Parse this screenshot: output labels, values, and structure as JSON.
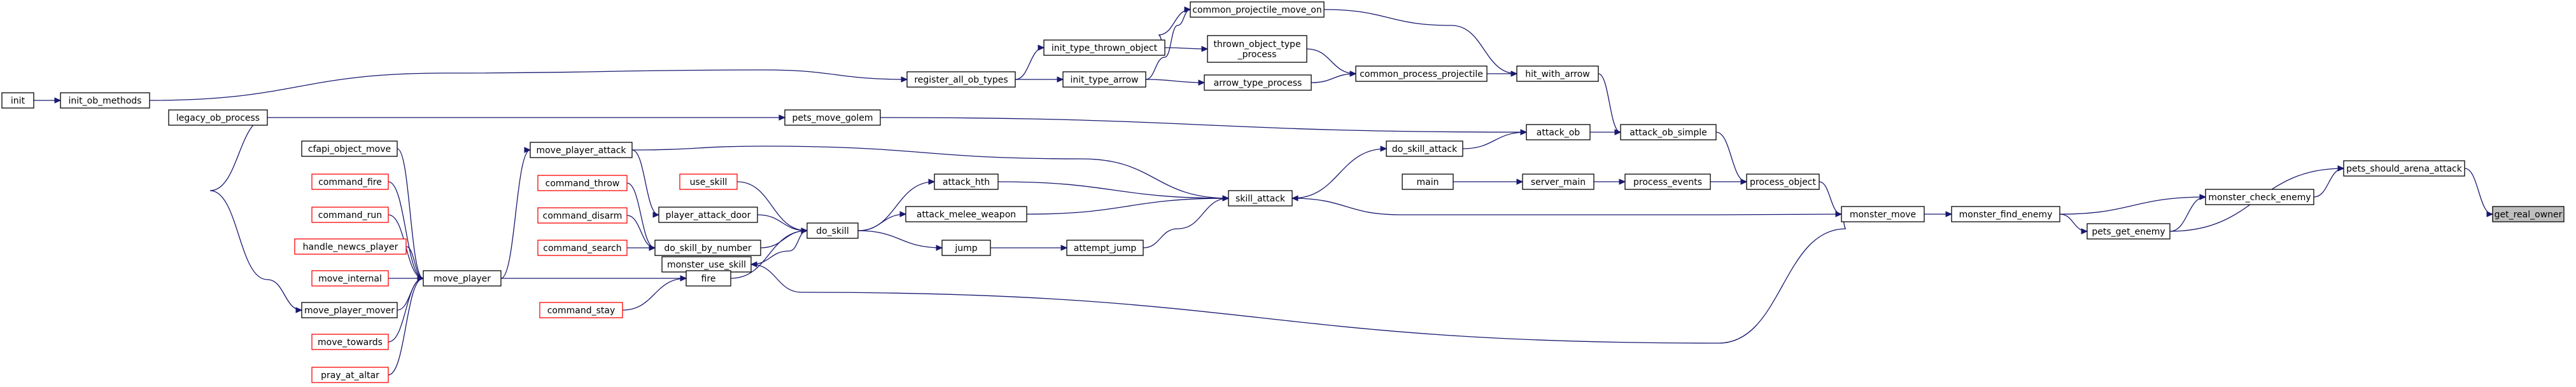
{
  "diagram": {
    "kind": "call graph",
    "colors": {
      "edge": "#191970",
      "node_border": "#000000",
      "missing_border": "#ff0000",
      "focus_fill": "#bfbfbf",
      "background": "#ffffff"
    },
    "nodes": [
      {
        "id": "get_real_owner",
        "label": "get_real_owner",
        "focus": true
      },
      {
        "id": "pets_should_arena_attack",
        "label": "pets_should_arena_attack"
      },
      {
        "id": "monster_check_enemy",
        "label": "monster_check_enemy"
      },
      {
        "id": "pets_get_enemy",
        "label": "pets_get_enemy"
      },
      {
        "id": "monster_find_enemy",
        "label": "monster_find_enemy"
      },
      {
        "id": "monster_move",
        "label": "monster_move"
      },
      {
        "id": "process_object",
        "label": "process_object"
      },
      {
        "id": "skill_attack",
        "label": "skill_attack"
      },
      {
        "id": "monster_use_skill",
        "label": "monster_use_skill"
      },
      {
        "id": "process_events",
        "label": "process_events"
      },
      {
        "id": "attack_ob_simple",
        "label": "attack_ob_simple"
      },
      {
        "id": "server_main",
        "label": "server_main"
      },
      {
        "id": "main",
        "label": "main"
      },
      {
        "id": "attack_ob",
        "label": "attack_ob"
      },
      {
        "id": "hit_with_arrow",
        "label": "hit_with_arrow"
      },
      {
        "id": "do_skill_attack",
        "label": "do_skill_attack"
      },
      {
        "id": "pets_move_golem",
        "label": "pets_move_golem"
      },
      {
        "id": "common_process_projectile",
        "label": "common_process_projectile"
      },
      {
        "id": "common_projectile_move_on",
        "label": "common_projectile_move_on"
      },
      {
        "id": "thrown_object_type_process",
        "label": "thrown_object_type\n_process"
      },
      {
        "id": "arrow_type_process",
        "label": "arrow_type_process"
      },
      {
        "id": "init_type_thrown_object",
        "label": "init_type_thrown_object"
      },
      {
        "id": "init_type_arrow",
        "label": "init_type_arrow"
      },
      {
        "id": "register_all_ob_types",
        "label": "register_all_ob_types"
      },
      {
        "id": "init_ob_methods",
        "label": "init_ob_methods"
      },
      {
        "id": "init",
        "label": "init"
      },
      {
        "id": "legacy_ob_process",
        "label": "legacy_ob_process"
      },
      {
        "id": "attack_hth",
        "label": "attack_hth"
      },
      {
        "id": "attack_melee_weapon",
        "label": "attack_melee_weapon"
      },
      {
        "id": "attempt_jump",
        "label": "attempt_jump"
      },
      {
        "id": "move_player_attack",
        "label": "move_player_attack"
      },
      {
        "id": "do_skill",
        "label": "do_skill"
      },
      {
        "id": "jump",
        "label": "jump"
      },
      {
        "id": "use_skill",
        "label": "use_skill",
        "missing": true
      },
      {
        "id": "player_attack_door",
        "label": "player_attack_door"
      },
      {
        "id": "do_skill_by_number",
        "label": "do_skill_by_number"
      },
      {
        "id": "fire",
        "label": "fire"
      },
      {
        "id": "command_throw",
        "label": "command_throw",
        "missing": true
      },
      {
        "id": "command_disarm",
        "label": "command_disarm",
        "missing": true
      },
      {
        "id": "command_search",
        "label": "command_search",
        "missing": true
      },
      {
        "id": "command_stay",
        "label": "command_stay",
        "missing": true
      },
      {
        "id": "move_player",
        "label": "move_player"
      },
      {
        "id": "cfapi_object_move",
        "label": "cfapi_object_move"
      },
      {
        "id": "command_fire",
        "label": "command_fire",
        "missing": true
      },
      {
        "id": "command_run",
        "label": "command_run",
        "missing": true
      },
      {
        "id": "handle_newcs_player",
        "label": "handle_newcs_player",
        "missing": true
      },
      {
        "id": "move_internal",
        "label": "move_internal",
        "missing": true
      },
      {
        "id": "move_player_mover",
        "label": "move_player_mover"
      },
      {
        "id": "move_towards",
        "label": "move_towards",
        "missing": true
      },
      {
        "id": "pray_at_altar",
        "label": "pray_at_altar",
        "missing": true
      }
    ],
    "edges": [
      {
        "from": "pets_should_arena_attack",
        "to": "get_real_owner"
      },
      {
        "from": "monster_check_enemy",
        "to": "pets_should_arena_attack"
      },
      {
        "from": "pets_get_enemy",
        "to": "pets_should_arena_attack"
      },
      {
        "from": "monster_find_enemy",
        "to": "monster_check_enemy"
      },
      {
        "from": "pets_get_enemy",
        "to": "monster_check_enemy"
      },
      {
        "from": "monster_find_enemy",
        "to": "pets_get_enemy"
      },
      {
        "from": "monster_move",
        "to": "monster_find_enemy"
      },
      {
        "from": "process_object",
        "to": "monster_move"
      },
      {
        "from": "monster_move",
        "to": "skill_attack"
      },
      {
        "from": "monster_move",
        "to": "monster_use_skill"
      },
      {
        "from": "process_events",
        "to": "process_object"
      },
      {
        "from": "attack_ob_simple",
        "to": "process_object"
      },
      {
        "from": "server_main",
        "to": "process_events"
      },
      {
        "from": "main",
        "to": "server_main"
      },
      {
        "from": "attack_ob",
        "to": "attack_ob_simple"
      },
      {
        "from": "hit_with_arrow",
        "to": "attack_ob_simple"
      },
      {
        "from": "do_skill_attack",
        "to": "attack_ob"
      },
      {
        "from": "pets_move_golem",
        "to": "attack_ob"
      },
      {
        "from": "skill_attack",
        "to": "do_skill_attack"
      },
      {
        "from": "common_process_projectile",
        "to": "hit_with_arrow"
      },
      {
        "from": "common_projectile_move_on",
        "to": "hit_with_arrow"
      },
      {
        "from": "thrown_object_type_process",
        "to": "common_process_projectile"
      },
      {
        "from": "arrow_type_process",
        "to": "common_process_projectile"
      },
      {
        "from": "init_type_thrown_object",
        "to": "common_projectile_move_on"
      },
      {
        "from": "init_type_arrow",
        "to": "common_projectile_move_on"
      },
      {
        "from": "init_type_thrown_object",
        "to": "thrown_object_type_process"
      },
      {
        "from": "init_type_arrow",
        "to": "arrow_type_process"
      },
      {
        "from": "register_all_ob_types",
        "to": "init_type_thrown_object"
      },
      {
        "from": "register_all_ob_types",
        "to": "init_type_arrow"
      },
      {
        "from": "init_ob_methods",
        "to": "register_all_ob_types"
      },
      {
        "from": "init",
        "to": "init_ob_methods"
      },
      {
        "from": "legacy_ob_process",
        "to": "pets_move_golem"
      },
      {
        "from": "legacy_ob_process",
        "to": "move_player_mover"
      },
      {
        "from": "attack_hth",
        "to": "skill_attack"
      },
      {
        "from": "attack_melee_weapon",
        "to": "skill_attack"
      },
      {
        "from": "attempt_jump",
        "to": "skill_attack"
      },
      {
        "from": "move_player_attack",
        "to": "skill_attack"
      },
      {
        "from": "do_skill",
        "to": "attack_hth"
      },
      {
        "from": "do_skill",
        "to": "attack_melee_weapon"
      },
      {
        "from": "jump",
        "to": "attempt_jump"
      },
      {
        "from": "do_skill",
        "to": "jump"
      },
      {
        "from": "use_skill",
        "to": "do_skill"
      },
      {
        "from": "player_attack_door",
        "to": "do_skill"
      },
      {
        "from": "do_skill_by_number",
        "to": "do_skill"
      },
      {
        "from": "fire",
        "to": "do_skill"
      },
      {
        "from": "monster_use_skill",
        "to": "do_skill"
      },
      {
        "from": "move_player_attack",
        "to": "player_attack_door"
      },
      {
        "from": "command_throw",
        "to": "do_skill_by_number"
      },
      {
        "from": "command_disarm",
        "to": "do_skill_by_number"
      },
      {
        "from": "command_search",
        "to": "do_skill_by_number"
      },
      {
        "from": "command_stay",
        "to": "fire"
      },
      {
        "from": "move_player",
        "to": "fire"
      },
      {
        "from": "move_player",
        "to": "move_player_attack"
      },
      {
        "from": "cfapi_object_move",
        "to": "move_player"
      },
      {
        "from": "command_fire",
        "to": "move_player"
      },
      {
        "from": "command_run",
        "to": "move_player"
      },
      {
        "from": "handle_newcs_player",
        "to": "move_player"
      },
      {
        "from": "move_internal",
        "to": "move_player"
      },
      {
        "from": "move_player_mover",
        "to": "move_player"
      },
      {
        "from": "move_towards",
        "to": "move_player"
      },
      {
        "from": "pray_at_altar",
        "to": "move_player"
      }
    ]
  }
}
